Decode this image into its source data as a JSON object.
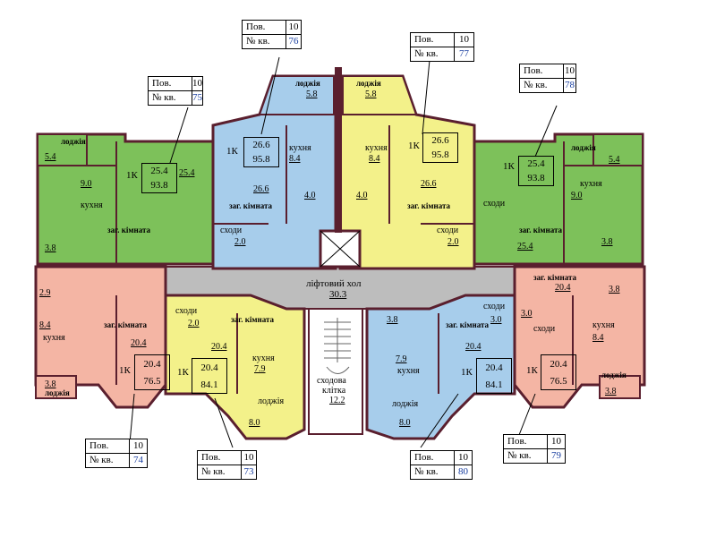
{
  "colors": {
    "green": "#7dc15a",
    "blue": "#a7cdeb",
    "yellow": "#f3f18a",
    "pink": "#f4b5a4",
    "gray": "#bdbdbd",
    "wall": "#5a1f2e"
  },
  "common": {
    "hall_label": "ліфтовий хол",
    "hall_area": "30.3",
    "stair_label_1": "сходова",
    "stair_label_2": "клітка",
    "stair_area": "12.2"
  },
  "info_boxes": [
    {
      "floor_label": "Пов.",
      "floor": "10",
      "apt_label": "№ кв.",
      "apt": "75"
    },
    {
      "floor_label": "Пов.",
      "floor": "10",
      "apt_label": "№ кв.",
      "apt": "76"
    },
    {
      "floor_label": "Пов.",
      "floor": "10",
      "apt_label": "№ кв.",
      "apt": "77"
    },
    {
      "floor_label": "Пов.",
      "floor": "10",
      "apt_label": "№ кв.",
      "apt": "78"
    },
    {
      "floor_label": "Пов.",
      "floor": "10",
      "apt_label": "№ кв.",
      "apt": "74"
    },
    {
      "floor_label": "Пов.",
      "floor": "10",
      "apt_label": "№ кв.",
      "apt": "73"
    },
    {
      "floor_label": "Пов.",
      "floor": "10",
      "apt_label": "№ кв.",
      "apt": "80"
    },
    {
      "floor_label": "Пов.",
      "floor": "10",
      "apt_label": "№ кв.",
      "apt": "79"
    }
  ],
  "apartments": [
    {
      "rooms": "1К",
      "living": "25.4",
      "total": "93.8"
    },
    {
      "rooms": "1К",
      "living": "26.6",
      "total": "95.8"
    },
    {
      "rooms": "1К",
      "living": "26.6",
      "total": "95.8"
    },
    {
      "rooms": "1К",
      "living": "25.4",
      "total": "93.8"
    },
    {
      "rooms": "1К",
      "living": "20.4",
      "total": "76.5"
    },
    {
      "rooms": "1К",
      "living": "20.4",
      "total": "84.1"
    },
    {
      "rooms": "1К",
      "living": "20.4",
      "total": "84.1"
    },
    {
      "rooms": "1К",
      "living": "20.4",
      "total": "76.5"
    }
  ],
  "rooms": {
    "loggia": "лоджія",
    "kitchen": "кухня",
    "living": "заг. кімната",
    "stairs": "сходи"
  },
  "values": {
    "a5_4": "5.4",
    "a9_0": "9.0",
    "a3_8": "3.8",
    "a25_4": "25.4",
    "a2_0": "2.0",
    "a5_8": "5.8",
    "a8_4": "8.4",
    "a26_6": "26.6",
    "a4_0": "4.0",
    "a20_4": "20.4",
    "a2_9": "2.9",
    "a7_9": "7.9",
    "a8_0": "8.0",
    "a3_0": "3.0"
  }
}
